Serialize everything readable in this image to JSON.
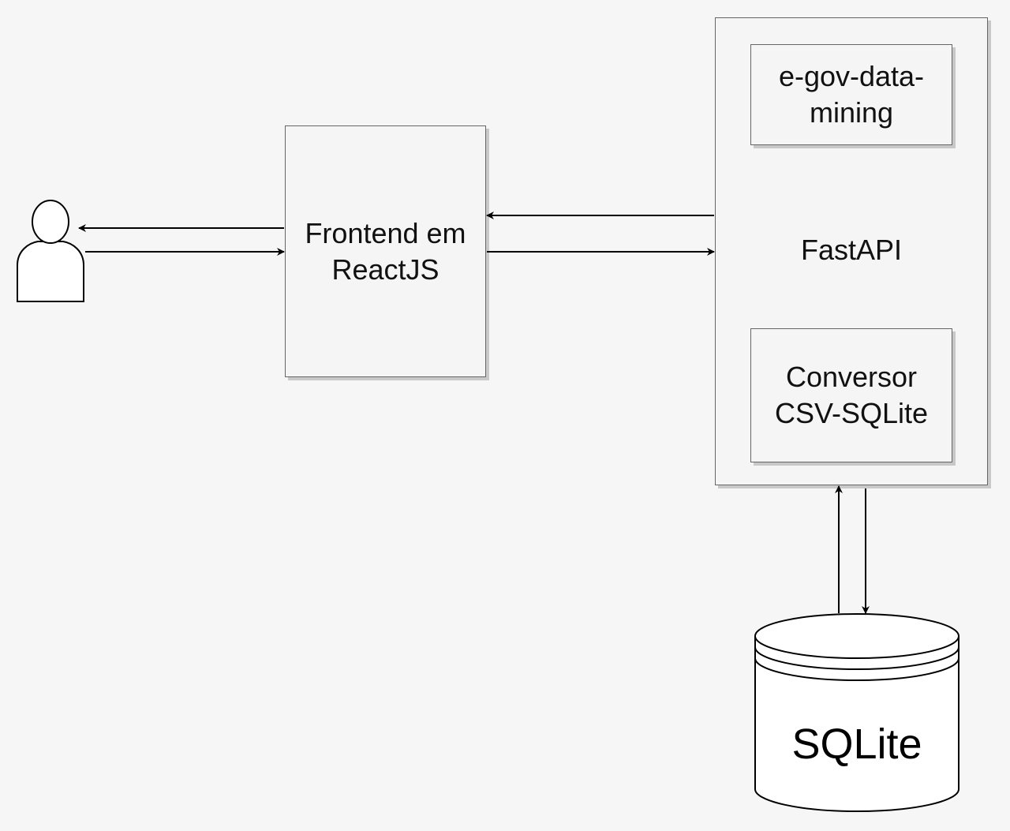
{
  "nodes": {
    "frontend": {
      "label": "Frontend em\nReactJS"
    },
    "fastapi": {
      "label": "FastAPI"
    },
    "egov": {
      "label": "e-gov-data-\nmining"
    },
    "conversor": {
      "label": "Conversor\nCSV-SQLite"
    },
    "database": {
      "label": "SQLite"
    },
    "user": {
      "icon": "user-icon"
    }
  },
  "colors": {
    "background": "#f6f6f6",
    "box_fill": "#f5f5f5",
    "box_stroke": "#666666",
    "edge": "#000000"
  }
}
